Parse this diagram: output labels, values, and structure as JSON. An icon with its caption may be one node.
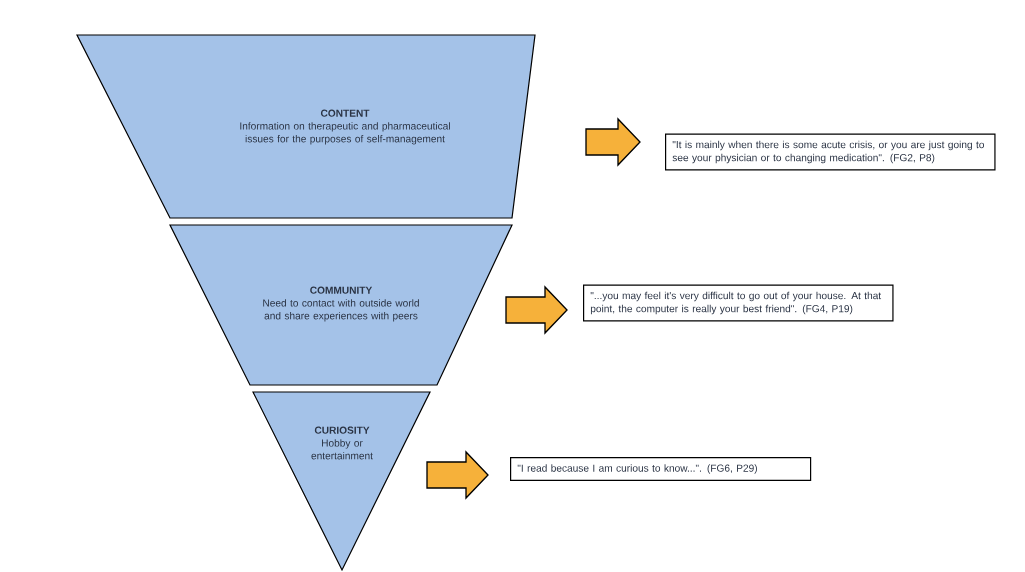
{
  "diagram": {
    "nodes": [
      {
        "text": [
          "CONTENT",
          "Information on therapeutic and pharmaceutical issues for the purposes of self-management"
        ]
      },
      {
        "text": [
          "COMMUNITY",
          "Need to contact with outside world and share experiences with peers"
        ]
      },
      {
        "text": [
          "CURIOSITY",
          "Hobby or entertainment"
        ]
      },
      {
        "text": [
          "\"It is mainly when there is some acute crisis, or you are just going to see your physician or to changing medication\". (FG2, P8)"
        ]
      },
      {
        "text": [
          "\"...you may feel it's very difficult to go out of your house. At that point, the computer is really your best friend\". (FG4, P19)"
        ]
      },
      {
        "text": [
          "\"I read because I am curious to know...\". (FG6, P29)"
        ]
      }
    ],
    "edges": [
      {
        "from": 0,
        "to": 3,
        "arrow": "to"
      },
      {
        "from": 1,
        "to": 4,
        "arrow": "to"
      },
      {
        "from": 2,
        "to": 5,
        "arrow": "to"
      }
    ]
  }
}
